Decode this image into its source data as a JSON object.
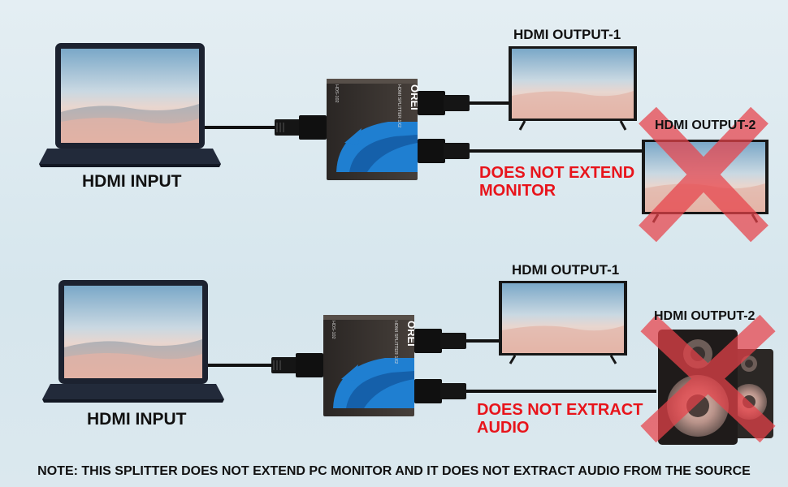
{
  "top": {
    "input_label": "HDMI INPUT",
    "output1_label": "HDMI OUTPUT-1",
    "output2_label": "HDMI OUTPUT-2",
    "warning_line1": "DOES NOT EXTEND",
    "warning_line2": "MONITOR"
  },
  "bottom": {
    "input_label": "HDMI INPUT",
    "output1_label": "HDMI OUTPUT-1",
    "output2_label": "HDMI OUTPUT-2",
    "warning_line1": "DOES NOT EXTRACT",
    "warning_line2": "AUDIO"
  },
  "splitter": {
    "brand": "OREI",
    "model_text": "HDMI SPLITTER 1X2",
    "code_text": "HDS-102"
  },
  "note": "NOTE: THIS SPLITTER DOES NOT EXTEND PC MONITOR AND IT DOES NOT EXTRACT AUDIO FROM THE SOURCE",
  "colors": {
    "warning_red": "#e8141b",
    "cross_red": "#e8424a",
    "splitter_blue": "#1f7fd1"
  }
}
